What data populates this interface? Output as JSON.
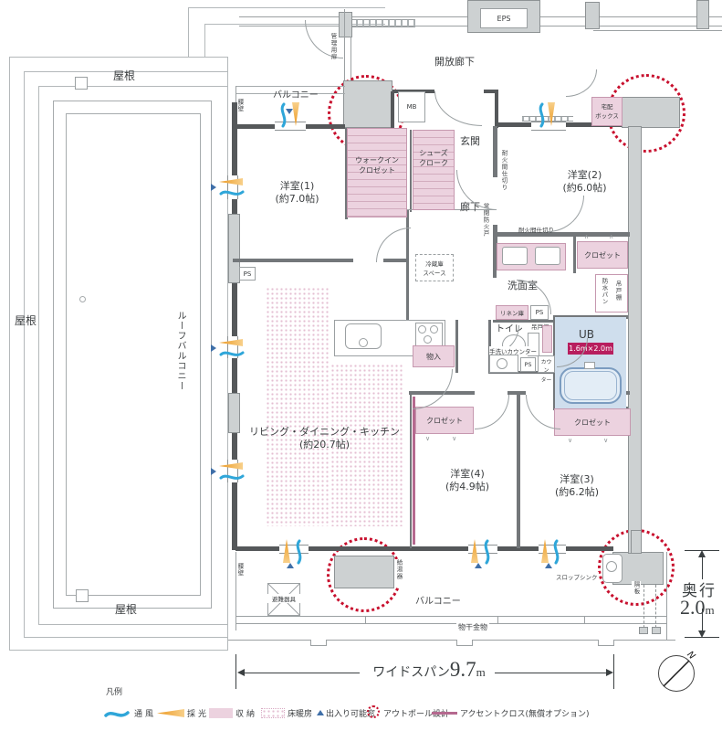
{
  "colors": {
    "storage_fill": "#ecd2df",
    "storage_border": "#c698af",
    "accent_cross": "#b5698f",
    "ub_fill": "#cfdeed",
    "ub_badge": "#b81e5e",
    "outpole_red": "#c8102e",
    "vent_blue": "#2fa6d9",
    "daylight_orange": "#ec9820",
    "window_marker_blue": "#3f6fa8",
    "wall_gray": "#55585a",
    "column_gray": "#cdd1d2"
  },
  "rooms": {
    "open_corridor": "開放廊下",
    "balcony_top": "バルコニー",
    "balcony_bottom": "バルコニー",
    "roof_balcony": "ルーフバルコニー",
    "western1_name": "洋室(1)",
    "western1_size": "(約7.0帖)",
    "western2_name": "洋室(2)",
    "western2_size": "(約6.0帖)",
    "western3_name": "洋室(3)",
    "western3_size": "(約6.2帖)",
    "western4_name": "洋室(4)",
    "western4_size": "(約4.9帖)",
    "ldk_name": "リビング・ダイニング・キッチン",
    "ldk_size": "(約20.7帖)",
    "entrance": "玄関",
    "hallway": "廊下",
    "washroom": "洗面室",
    "toilet": "トイレ",
    "ub_name": "UB",
    "ub_size": "1.6m×2.0m"
  },
  "storage": {
    "wic_l1": "ウォークイン",
    "wic_l2": "クロゼット",
    "shoes_l1": "シューズ",
    "shoes_l2": "クローク",
    "closet": "クロゼット",
    "monoire": "物入",
    "linen": "リネン庫",
    "delivery_l1": "宅配",
    "delivery_l2": "ボックス"
  },
  "labels": {
    "eps": "EPS",
    "mb": "MB",
    "ps": "PS",
    "roof": "屋根",
    "mgmt_door": "管理用扉",
    "waist_wall": "腰壁",
    "fire_partition": "耐火間仕切り",
    "fire_door": "常閉防火戸",
    "fridge_l1": "冷蔵庫",
    "fridge_l2": "スペース",
    "hanging_cabinet": "吊戸棚",
    "waterproof_pan": "防水パン",
    "hand_wash_counter": "手洗いカウンター",
    "counter_l1": "カウン",
    "counter_l2": "ター",
    "escape_equipment": "避難器具",
    "slop_sink": "スロップシンク",
    "water_heater": "給湯器",
    "partition_board": "隔板",
    "laundry_hardware": "物干金物"
  },
  "dimensions": {
    "span_label": "ワイドスパン",
    "span_value": "9.7",
    "span_unit": "m",
    "depth_label": "奥行",
    "depth_value": "2.0",
    "depth_unit": "m"
  },
  "legend": {
    "title": "凡例",
    "items": [
      {
        "icon": "vent-wave-icon",
        "label": "通風"
      },
      {
        "icon": "daylight-triangle-icon",
        "label": "採光"
      },
      {
        "icon": "storage-swatch-icon",
        "label": "収納"
      },
      {
        "icon": "floor-heating-swatch-icon",
        "label": "床暖房"
      },
      {
        "icon": "accessible-window-icon",
        "label": "出入り可能窓"
      },
      {
        "icon": "outpole-circle-icon",
        "label": "アウトポール設計"
      },
      {
        "icon": "accent-cross-line-icon",
        "label": "アクセントクロス(無償オプション)"
      }
    ]
  },
  "compass": {
    "north_mark": "N"
  }
}
